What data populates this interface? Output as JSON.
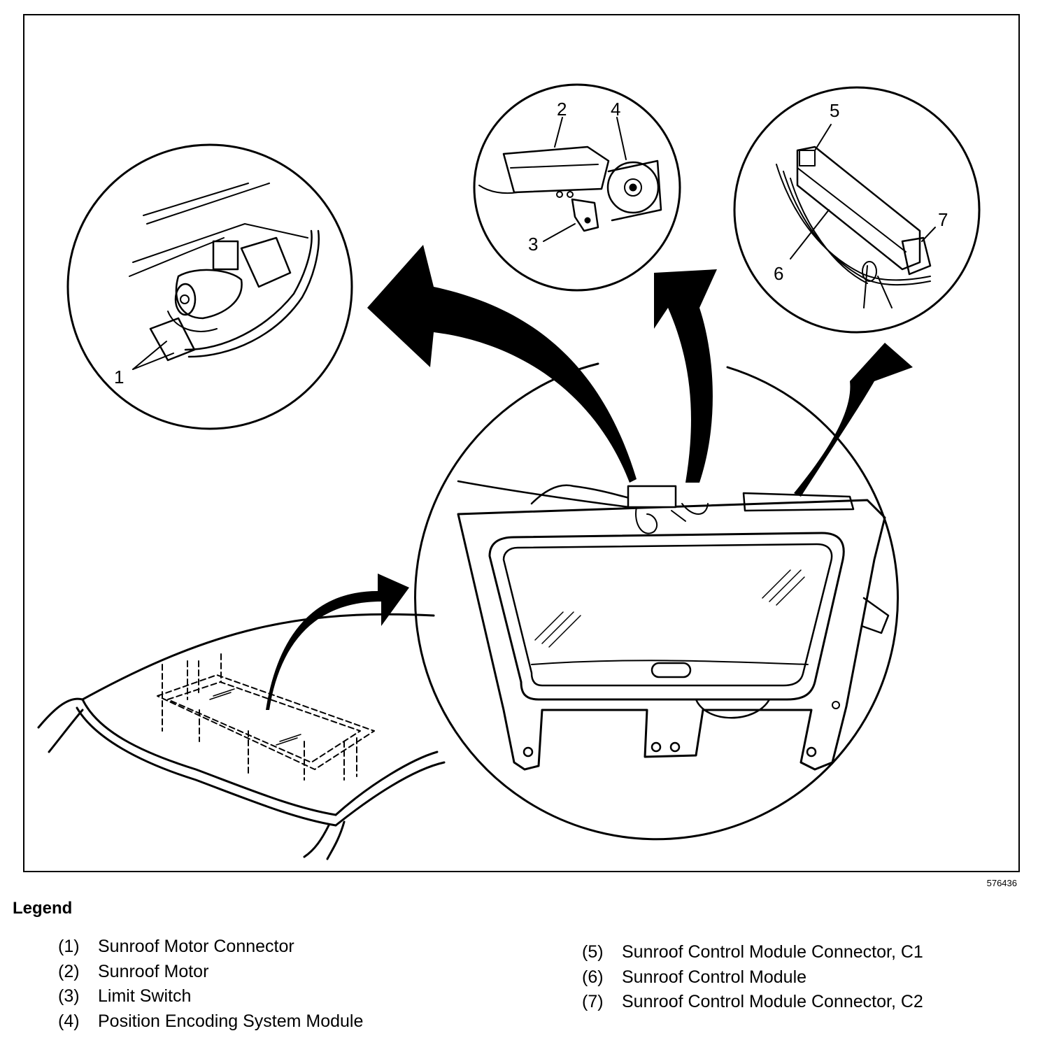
{
  "figure": {
    "id_text": "576436",
    "callouts": [
      "1",
      "2",
      "3",
      "4",
      "5",
      "6",
      "7"
    ]
  },
  "legend": {
    "title": "Legend",
    "left_column": [
      {
        "num": "(1)",
        "label": "Sunroof Motor Connector"
      },
      {
        "num": "(2)",
        "label": "Sunroof Motor"
      },
      {
        "num": "(3)",
        "label": "Limit Switch"
      },
      {
        "num": "(4)",
        "label": "Position Encoding System Module"
      }
    ],
    "right_column": [
      {
        "num": "(5)",
        "label": "Sunroof Control Module Connector, C1"
      },
      {
        "num": "(6)",
        "label": "Sunroof Control Module"
      },
      {
        "num": "(7)",
        "label": "Sunroof Control Module Connector, C2"
      }
    ]
  }
}
